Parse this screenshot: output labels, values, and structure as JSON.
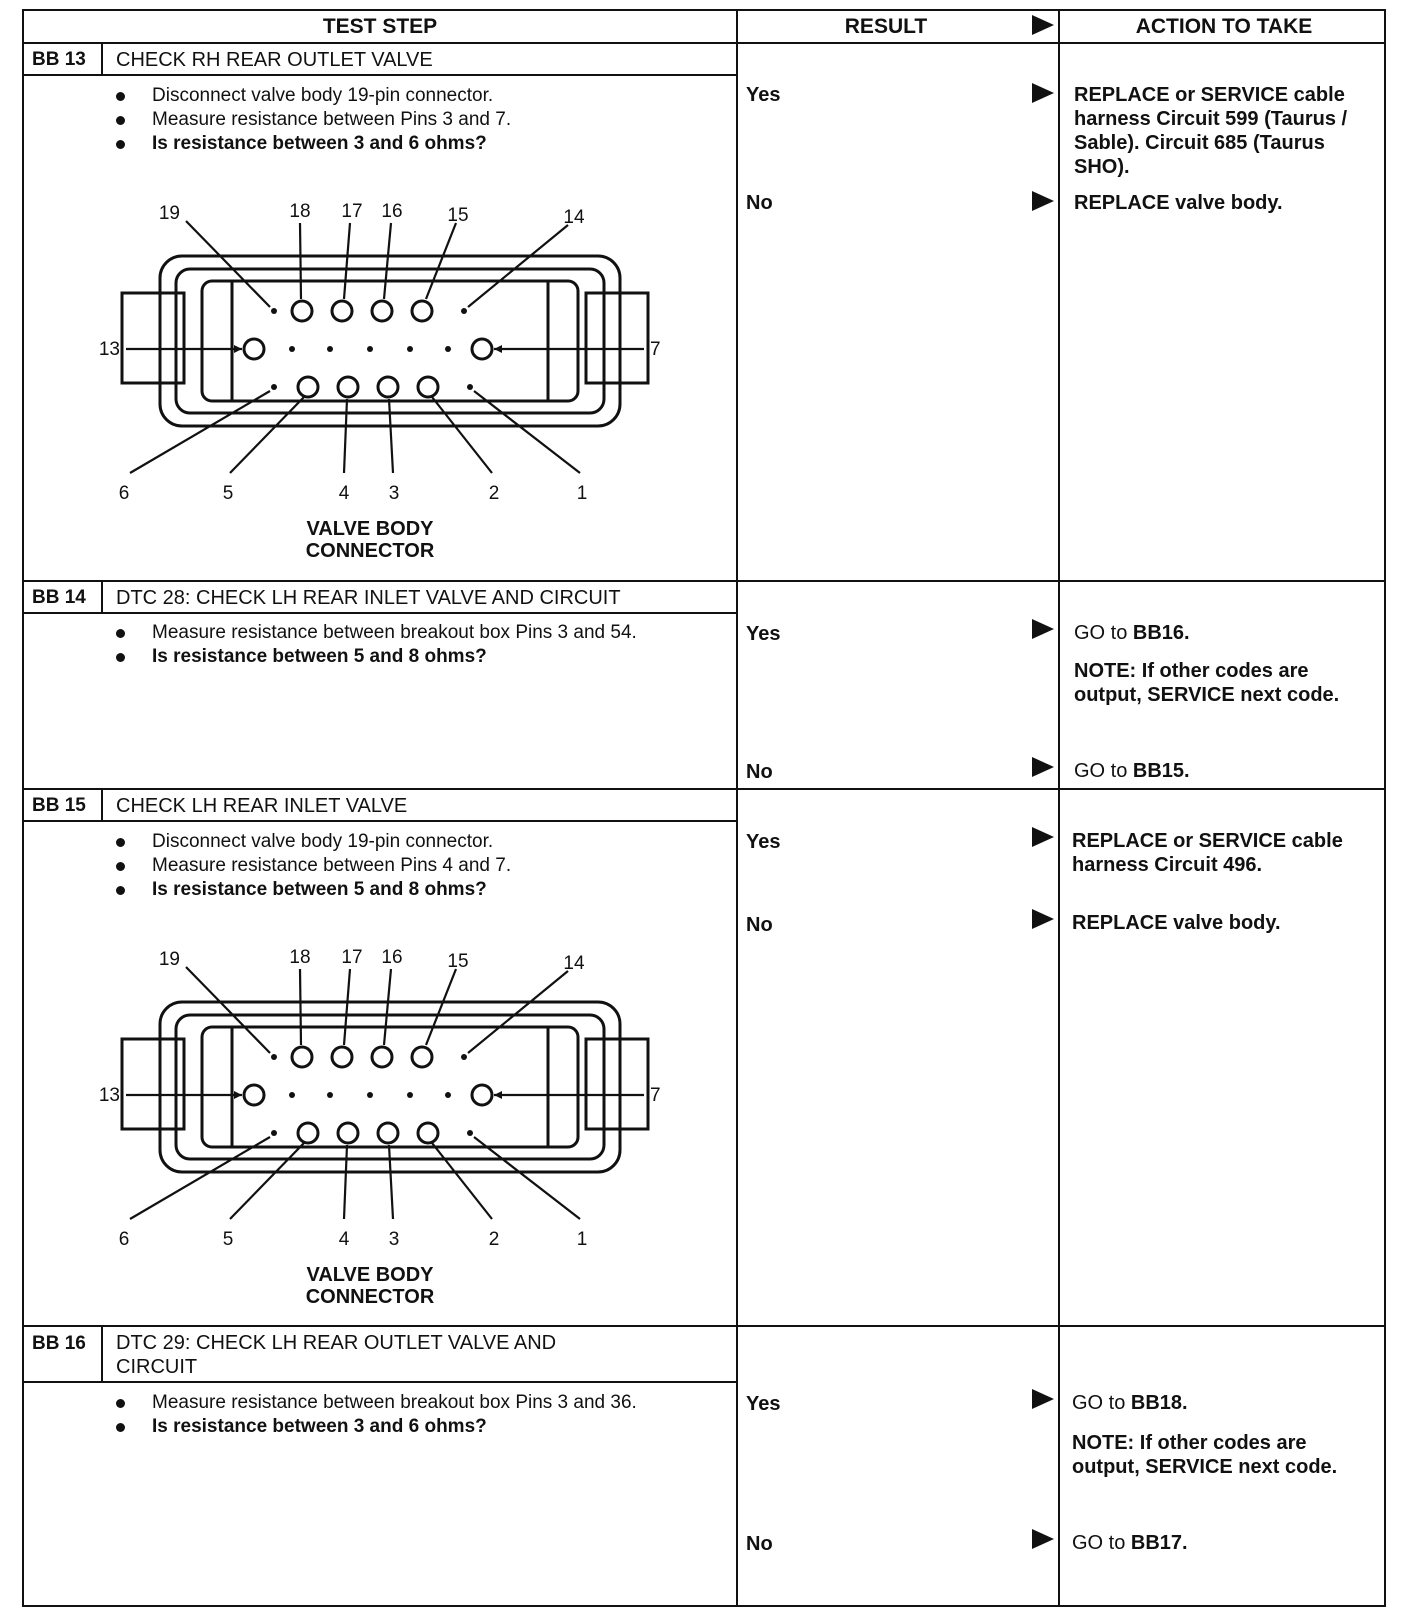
{
  "header": {
    "test_step": "TEST STEP",
    "result": "RESULT",
    "action": "ACTION TO TAKE"
  },
  "steps": [
    {
      "id": "BB 13",
      "title": "CHECK RH REAR OUTLET VALVE",
      "bullets": [
        "Disconnect valve body 19-pin connector.",
        "Measure resistance between Pins 3 and 7.",
        "Is resistance between 3 and 6 ohms?"
      ],
      "results": [
        {
          "label": "Yes",
          "action": "REPLACE or SERVICE cable harness Circuit 599 (Taurus / Sable). Circuit 685 (Taurus SHO)."
        },
        {
          "label": "No",
          "action": "REPLACE valve body."
        }
      ]
    },
    {
      "id": "BB 14",
      "title": "DTC 28: CHECK LH REAR INLET VALVE AND CIRCUIT",
      "bullets": [
        "Measure resistance between breakout box Pins 3 and 54.",
        "Is resistance between 5 and 8 ohms?"
      ],
      "results": [
        {
          "label": "Yes",
          "action_prefix": "GO to",
          "action_ref": "BB16.",
          "note_label": "NOTE:",
          "note_text": "If other codes are output, SERVICE next code."
        },
        {
          "label": "No",
          "action_prefix": "GO to",
          "action_ref": "BB15."
        }
      ]
    },
    {
      "id": "BB 15",
      "title": "CHECK LH REAR INLET VALVE",
      "bullets": [
        "Disconnect valve body 19-pin connector.",
        "Measure resistance between Pins 4 and 7.",
        "Is resistance between 5 and 8 ohms?"
      ],
      "results": [
        {
          "label": "Yes",
          "action": "REPLACE or SERVICE cable harness Circuit 496."
        },
        {
          "label": "No",
          "action": "REPLACE valve body."
        }
      ]
    },
    {
      "id": "BB 16",
      "title": "DTC 29: CHECK LH REAR OUTLET VALVE AND CIRCUIT",
      "bullets": [
        "Measure resistance between breakout box Pins 3 and 36.",
        "Is resistance between 3 and 6 ohms?"
      ],
      "results": [
        {
          "label": "Yes",
          "action_prefix": "GO to",
          "action_ref": "BB18.",
          "note_label": "NOTE:",
          "note_text": "If other codes are output, SERVICE next code."
        },
        {
          "label": "No",
          "action_prefix": "GO to",
          "action_ref": "BB17."
        }
      ]
    }
  ],
  "connector": {
    "caption_line1": "VALVE BODY",
    "caption_line2": "CONNECTOR",
    "pins": [
      "1",
      "2",
      "3",
      "4",
      "5",
      "6",
      "7",
      "13",
      "14",
      "15",
      "16",
      "17",
      "18",
      "19"
    ]
  },
  "icons": {
    "arrow": "right-triangle-arrow-icon",
    "bullet": "bullet-dot-icon"
  }
}
